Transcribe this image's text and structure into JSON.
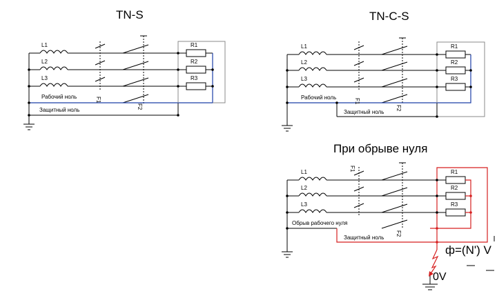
{
  "titles": {
    "tns": "TN-S",
    "tncs": "TN-C-S",
    "break": "При обрыве нуля"
  },
  "labels": {
    "L1": "L1",
    "L2": "L2",
    "L3": "L3",
    "R1": "R1",
    "R2": "R2",
    "R3": "R3",
    "F1": "F1",
    "F2": "F2",
    "working_neutral": "Рабочий ноль",
    "protective_neutral": "Защитный ноль",
    "broken_working_neutral": "Обрыв рабочего нуля",
    "phi": "ф=(N') V",
    "zero_volt": "0V"
  },
  "colors": {
    "wire": "#000000",
    "neutral": "#1a3da6",
    "fault": "#d61f1f",
    "frame": "#888888"
  }
}
